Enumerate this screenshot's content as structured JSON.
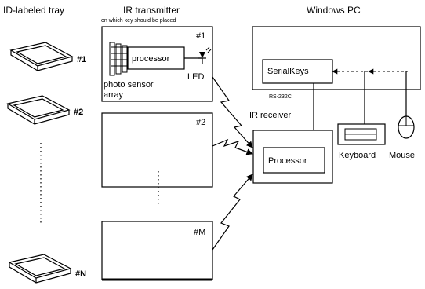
{
  "headers": {
    "tray": "ID-labeled tray",
    "transmitter": "IR transmitter",
    "transmitter_sub": "on which key should be placed",
    "pc": "Windows PC"
  },
  "trays": {
    "t1": "#1",
    "t2": "#2",
    "tN": "#N"
  },
  "transmitters": {
    "tx1": "#1",
    "tx2": "#2",
    "txM": "#M",
    "processor": "processor",
    "led": "LED",
    "sensor_line1": "photo sensor",
    "sensor_line2": "array"
  },
  "pc": {
    "serialkeys": "SerialKeys",
    "rs232c": "RS-232C"
  },
  "receiver": {
    "title": "IR receiver",
    "processor": "Processor"
  },
  "peripherals": {
    "keyboard": "Keyboard",
    "mouse": "Mouse"
  }
}
